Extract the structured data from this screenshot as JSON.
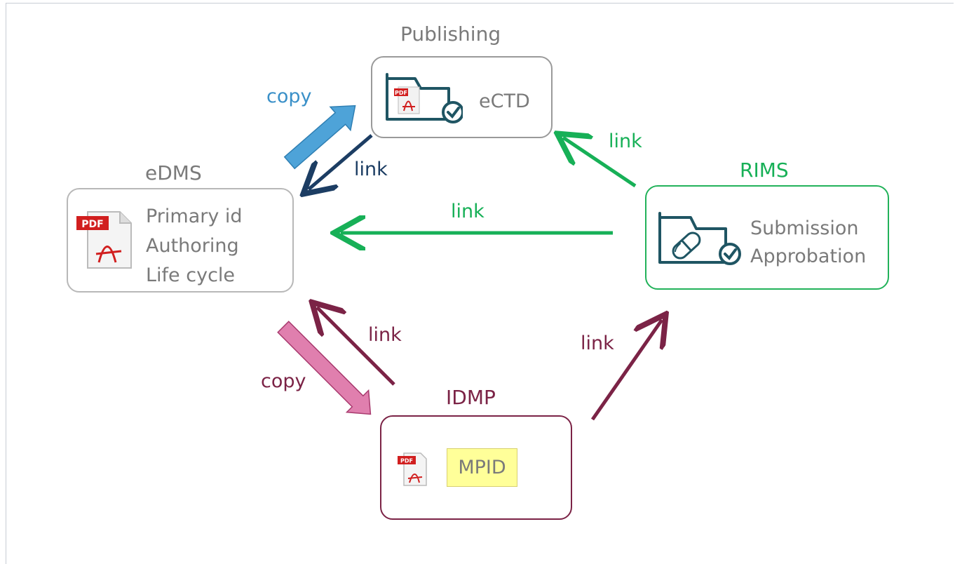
{
  "colors": {
    "gray": "#8c8c8c",
    "green": "#17b057",
    "maroon": "#7b2346",
    "blue": "#3a90c8",
    "navy": "#1c3d63",
    "pink": "#d46a9e",
    "teal_icon": "#1f5563",
    "highlight": "#ffff99"
  },
  "nodes": {
    "publishing": {
      "heading": "Publishing",
      "text": "eCTD",
      "icon": "folder-pdf-check-icon"
    },
    "edms": {
      "heading": "eDMS",
      "lines": [
        "Primary id",
        "Authoring",
        "Life cycle"
      ],
      "icon": "pdf-file-icon"
    },
    "rims": {
      "heading": "RIMS",
      "lines": [
        "Submission",
        "Approbation"
      ],
      "icon": "folder-pill-check-icon"
    },
    "idmp": {
      "heading": "IDMP",
      "text": "MPID",
      "icon": "pdf-small-icon"
    }
  },
  "edges": {
    "edms_to_publishing": "copy",
    "publishing_to_edms": "link",
    "rims_to_publishing": "link",
    "rims_to_edms": "link",
    "idmp_to_edms": "link",
    "edms_to_idmp": "copy",
    "idmp_to_rims": "link"
  }
}
